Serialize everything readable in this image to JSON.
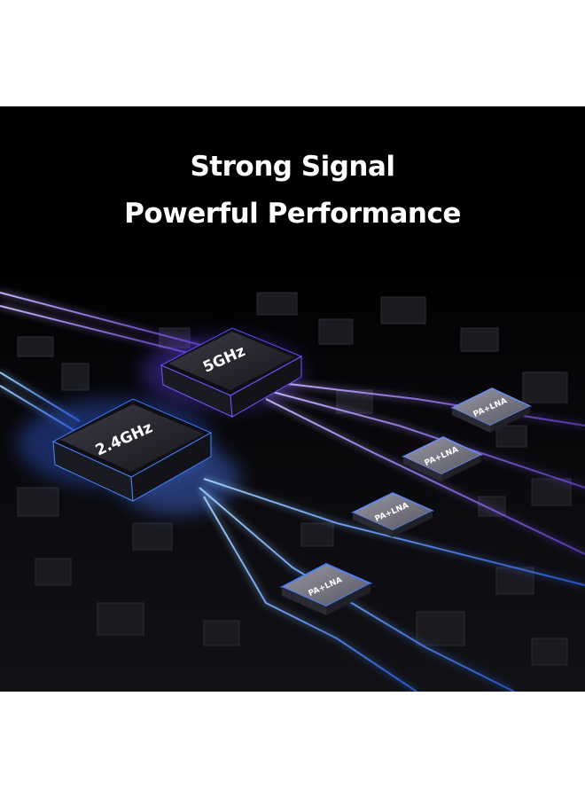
{
  "headline": {
    "line1": "Strong Signal",
    "line2": "Powerful Performance"
  },
  "chips": {
    "band_5": "5GHz",
    "band_24": "2.4GHz"
  },
  "amplifiers": [
    {
      "label": "PA+LNA"
    },
    {
      "label": "PA+LNA"
    },
    {
      "label": "PA+LNA"
    },
    {
      "label": "PA+LNA"
    }
  ],
  "colors": {
    "background": "#000000",
    "glow_purple": "#9b6bff",
    "glow_blue": "#3a7bff",
    "text": "#ffffff"
  }
}
